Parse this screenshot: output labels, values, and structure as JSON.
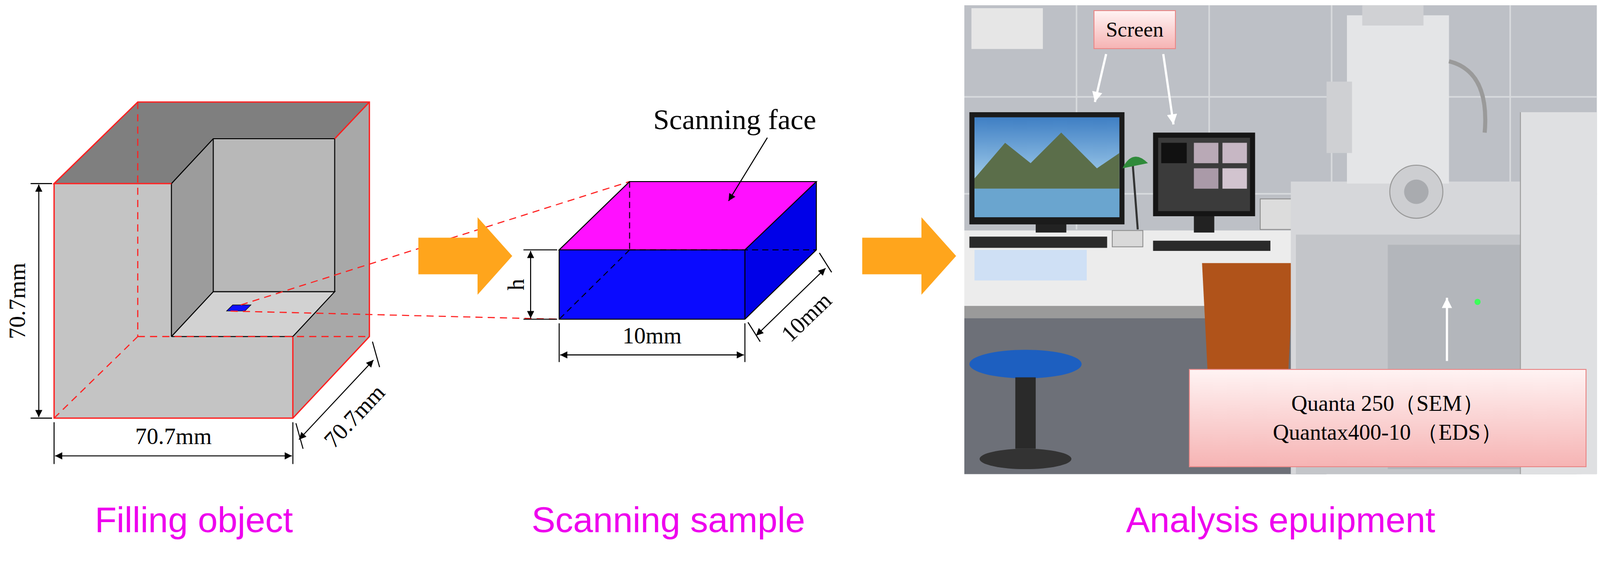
{
  "diagram": {
    "nodes": [
      {
        "text": [
          "Screen"
        ]
      },
      {
        "text": [
          "Quanta 250（SEM）",
          "Quantax400-10 （EDS）"
        ]
      }
    ],
    "labels": [
      "70.7mm",
      "70.7mm",
      "70.7mm",
      "Filling object",
      "Scanning face",
      "h",
      "10mm",
      "10mm",
      "Scanning sample",
      "Analysis epuipment"
    ]
  }
}
